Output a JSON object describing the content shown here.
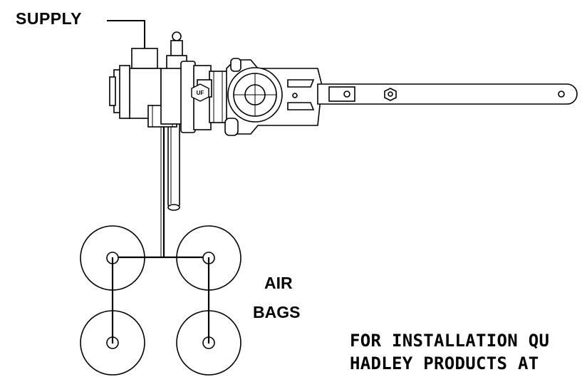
{
  "labels": {
    "supply": "SUPPLY",
    "air_bags_line1": "AIR",
    "air_bags_line2": "BAGS",
    "valve_badge": "UF"
  },
  "note": {
    "line1": "FOR INSTALLATION QU",
    "line2": "HADLEY PRODUCTS AT"
  }
}
